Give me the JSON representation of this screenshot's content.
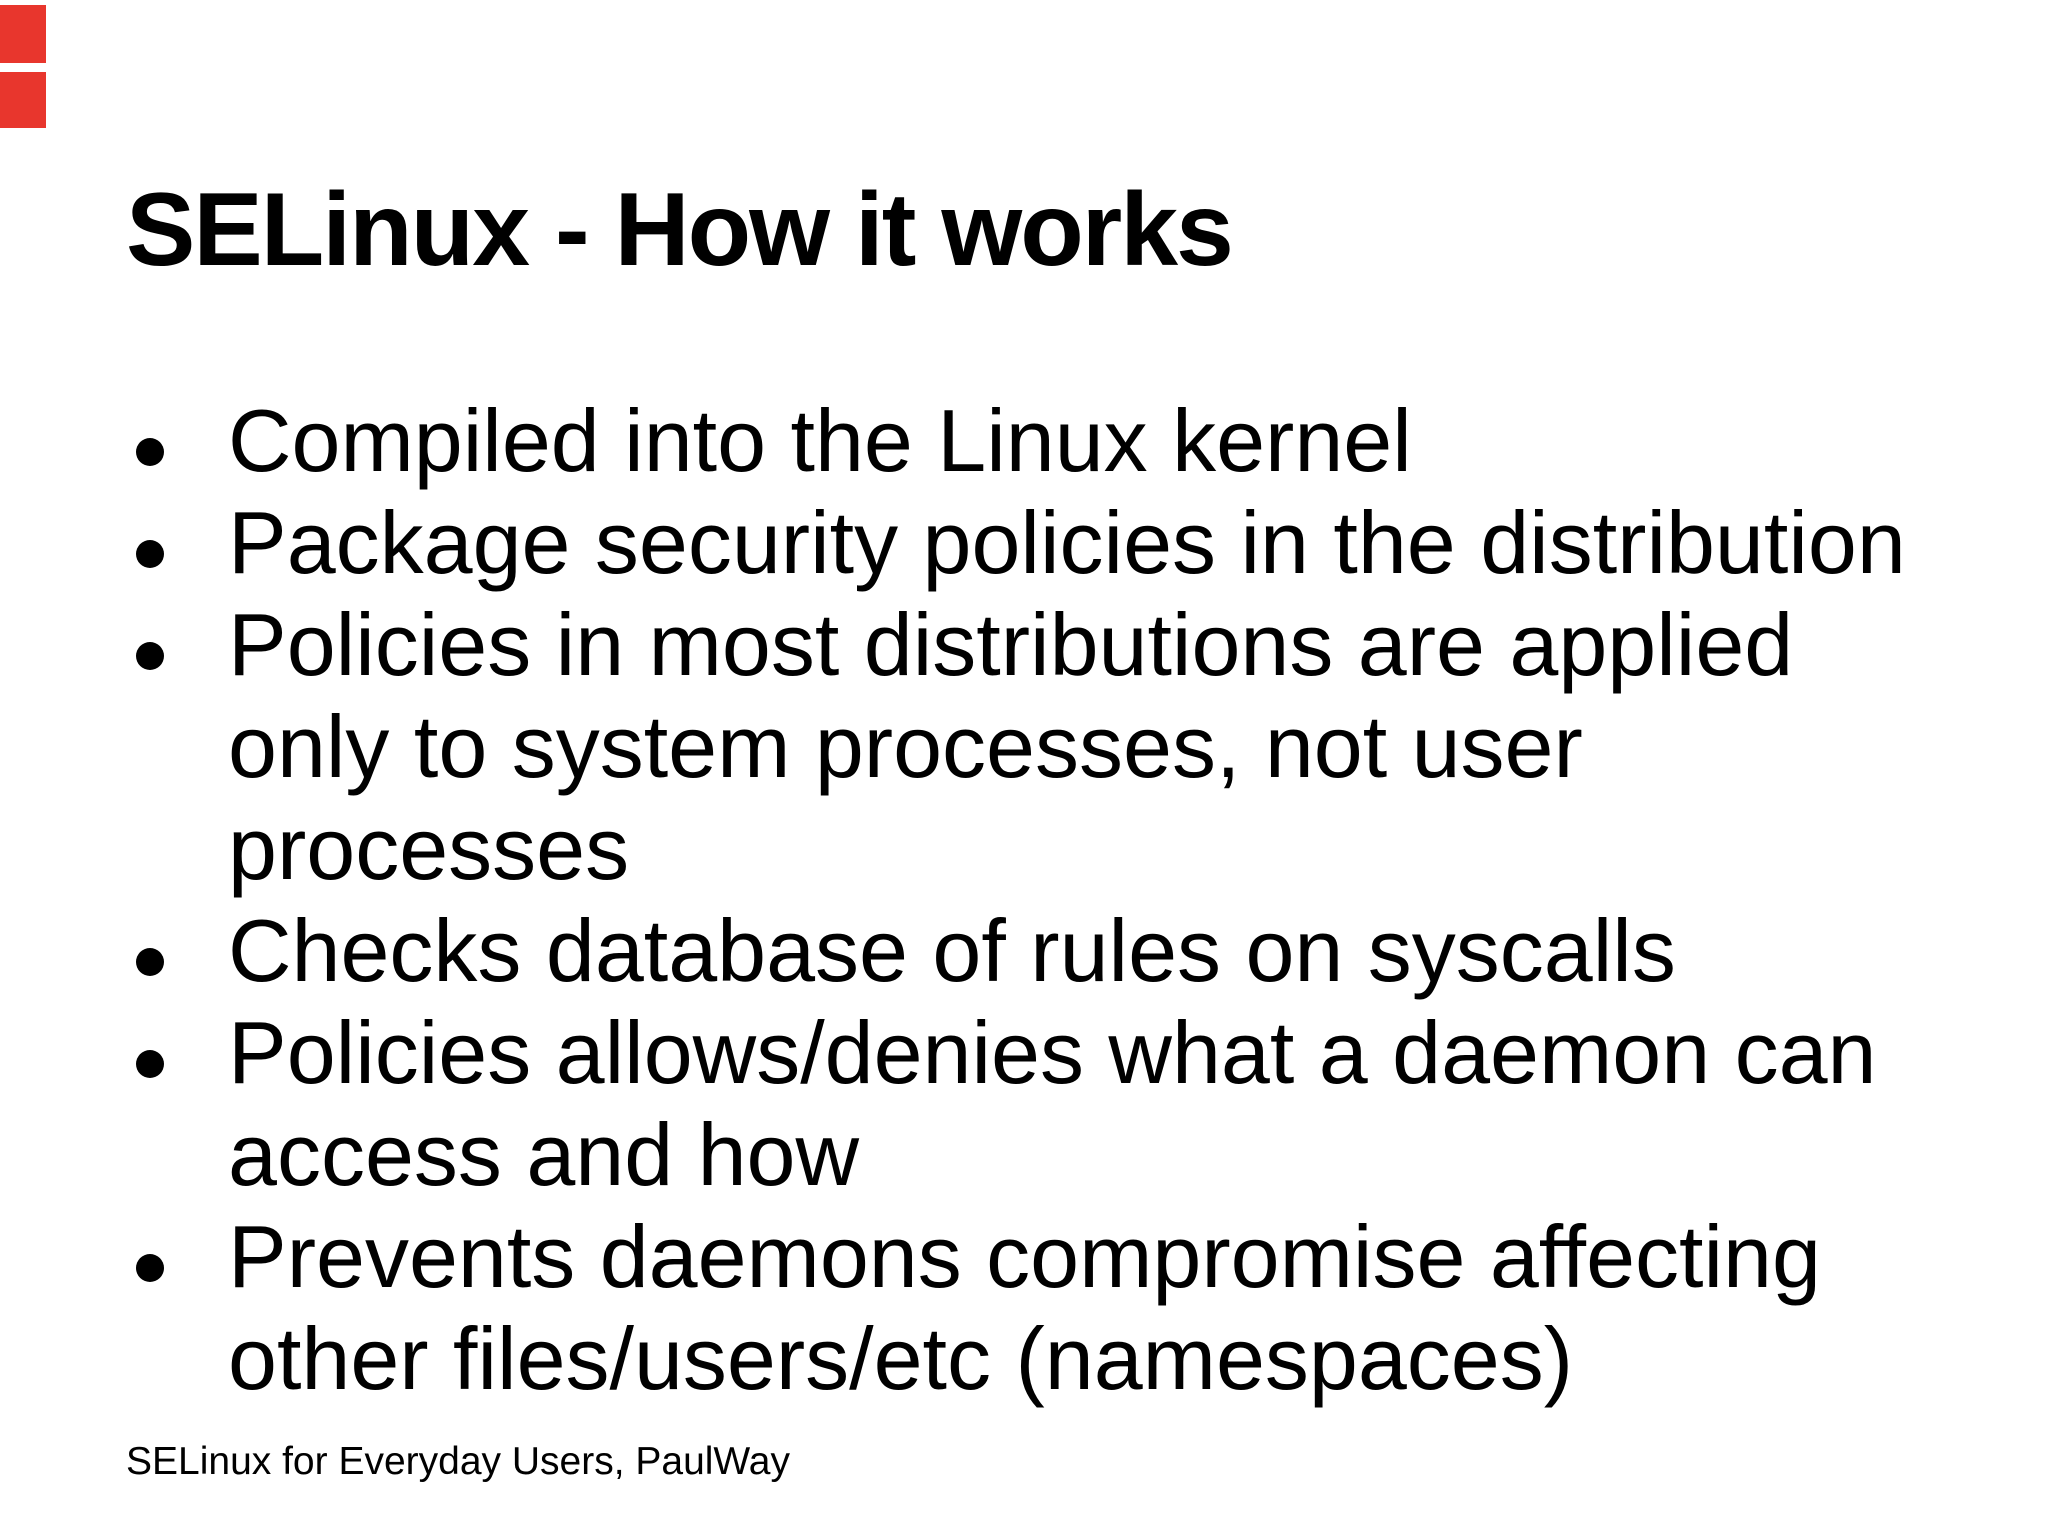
{
  "slide": {
    "title": "SELinux - How it works",
    "bullets": [
      {
        "lines": [
          "Compiled into the Linux kernel"
        ]
      },
      {
        "lines": [
          "Package security policies in the distribution"
        ]
      },
      {
        "lines": [
          "Policies in most distributions are applied",
          "only to system processes, not user",
          "processes"
        ]
      },
      {
        "lines": [
          "Checks database of rules on syscalls"
        ]
      },
      {
        "lines": [
          "Policies allows/denies what a daemon can",
          "access and how"
        ]
      },
      {
        "lines": [
          "Prevents daemons compromise affecting",
          "other files/users/etc (namespaces)"
        ]
      }
    ],
    "footer": "SELinux for Everyday Users, PaulWay",
    "colors": {
      "background": "#ffffff",
      "text": "#000000",
      "accent_red": "#e8362d"
    }
  }
}
